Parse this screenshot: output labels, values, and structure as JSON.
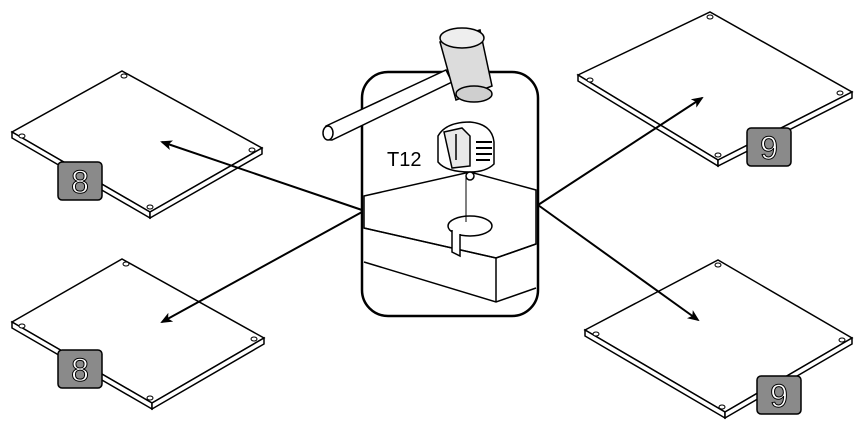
{
  "diagram": {
    "hardware_label": "T12",
    "panels": [
      {
        "id": "top-left",
        "badge": "8"
      },
      {
        "id": "bottom-left",
        "badge": "8"
      },
      {
        "id": "top-right",
        "badge": "9"
      },
      {
        "id": "bottom-right",
        "badge": "9"
      }
    ],
    "colors": {
      "line": "#000000",
      "panel_fill": "#ffffff",
      "badge_fill": "#8a8a8a",
      "badge_text": "#ffffff",
      "hammer_head": "#dcdcdc"
    },
    "icons": [
      "mallet-icon",
      "cam-fitting-icon",
      "drill-hole-icon",
      "arrow-icon"
    ]
  }
}
